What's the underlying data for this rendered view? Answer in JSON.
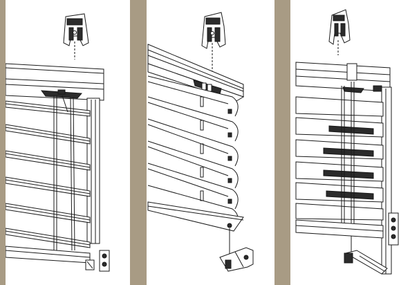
{
  "colors": {
    "background": "#a89b84",
    "panel": "#ffffff",
    "ink": "#1a1a1a",
    "shade": "#2b2b2b"
  },
  "panels": [
    {
      "id": "blind-installed-front"
    },
    {
      "id": "blind-tilted-side"
    },
    {
      "id": "blind-installed-rear"
    }
  ]
}
